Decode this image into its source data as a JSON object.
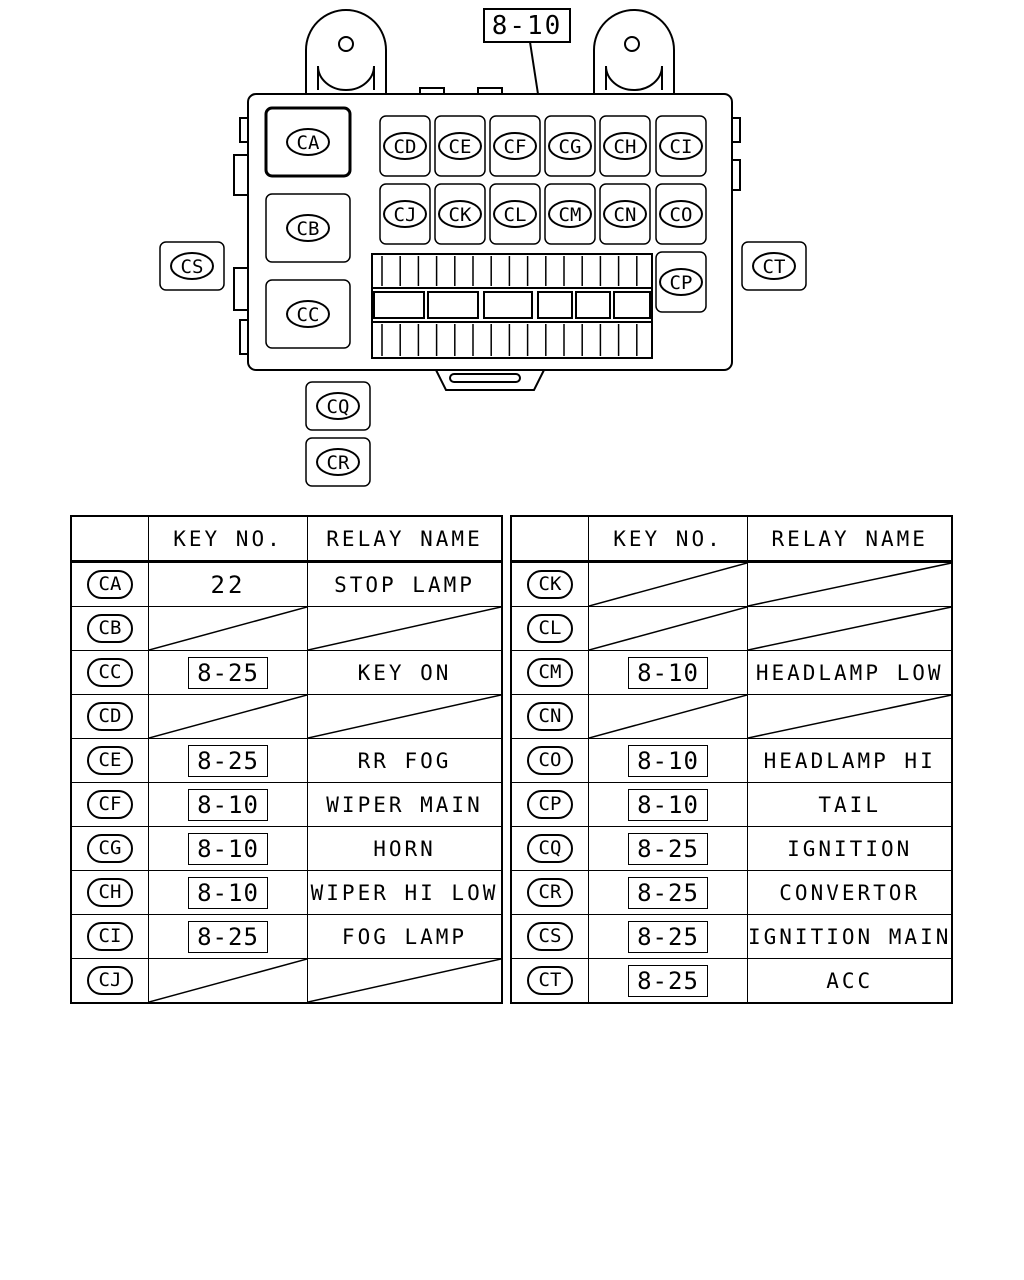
{
  "diagram": {
    "ref_label": "8-10",
    "connector_labels": [
      "CA",
      "CB",
      "CC",
      "CD",
      "CE",
      "CF",
      "CG",
      "CH",
      "CI",
      "CJ",
      "CK",
      "CL",
      "CM",
      "CN",
      "CO",
      "CP",
      "CQ",
      "CR",
      "CS",
      "CT"
    ]
  },
  "tables": [
    {
      "headers": [
        "",
        "KEY NO.",
        "RELAY NAME"
      ],
      "rows": [
        {
          "code": "CA",
          "key": "22",
          "key_boxed": false,
          "name": "STOP LAMP",
          "empty": false
        },
        {
          "code": "CB",
          "key": "",
          "key_boxed": false,
          "name": "",
          "empty": true
        },
        {
          "code": "CC",
          "key": "8-25",
          "key_boxed": true,
          "name": "KEY ON",
          "empty": false
        },
        {
          "code": "CD",
          "key": "",
          "key_boxed": false,
          "name": "",
          "empty": true
        },
        {
          "code": "CE",
          "key": "8-25",
          "key_boxed": true,
          "name": "RR FOG",
          "empty": false
        },
        {
          "code": "CF",
          "key": "8-10",
          "key_boxed": true,
          "name": "WIPER MAIN",
          "empty": false
        },
        {
          "code": "CG",
          "key": "8-10",
          "key_boxed": true,
          "name": "HORN",
          "empty": false
        },
        {
          "code": "CH",
          "key": "8-10",
          "key_boxed": true,
          "name": "WIPER HI LOW",
          "empty": false
        },
        {
          "code": "CI",
          "key": "8-25",
          "key_boxed": true,
          "name": "FOG LAMP",
          "empty": false
        },
        {
          "code": "CJ",
          "key": "",
          "key_boxed": false,
          "name": "",
          "empty": true
        }
      ]
    },
    {
      "headers": [
        "",
        "KEY NO.",
        "RELAY NAME"
      ],
      "rows": [
        {
          "code": "CK",
          "key": "",
          "key_boxed": false,
          "name": "",
          "empty": true
        },
        {
          "code": "CL",
          "key": "",
          "key_boxed": false,
          "name": "",
          "empty": true
        },
        {
          "code": "CM",
          "key": "8-10",
          "key_boxed": true,
          "name": "HEADLAMP LOW",
          "empty": false
        },
        {
          "code": "CN",
          "key": "",
          "key_boxed": false,
          "name": "",
          "empty": true
        },
        {
          "code": "CO",
          "key": "8-10",
          "key_boxed": true,
          "name": "HEADLAMP HI",
          "empty": false
        },
        {
          "code": "CP",
          "key": "8-10",
          "key_boxed": true,
          "name": "TAIL",
          "empty": false
        },
        {
          "code": "CQ",
          "key": "8-25",
          "key_boxed": true,
          "name": "IGNITION",
          "empty": false
        },
        {
          "code": "CR",
          "key": "8-25",
          "key_boxed": true,
          "name": "CONVERTOR",
          "empty": false
        },
        {
          "code": "CS",
          "key": "8-25",
          "key_boxed": true,
          "name": "IGNITION MAIN",
          "empty": false
        },
        {
          "code": "CT",
          "key": "8-25",
          "key_boxed": true,
          "name": "ACC",
          "empty": false
        }
      ]
    }
  ]
}
